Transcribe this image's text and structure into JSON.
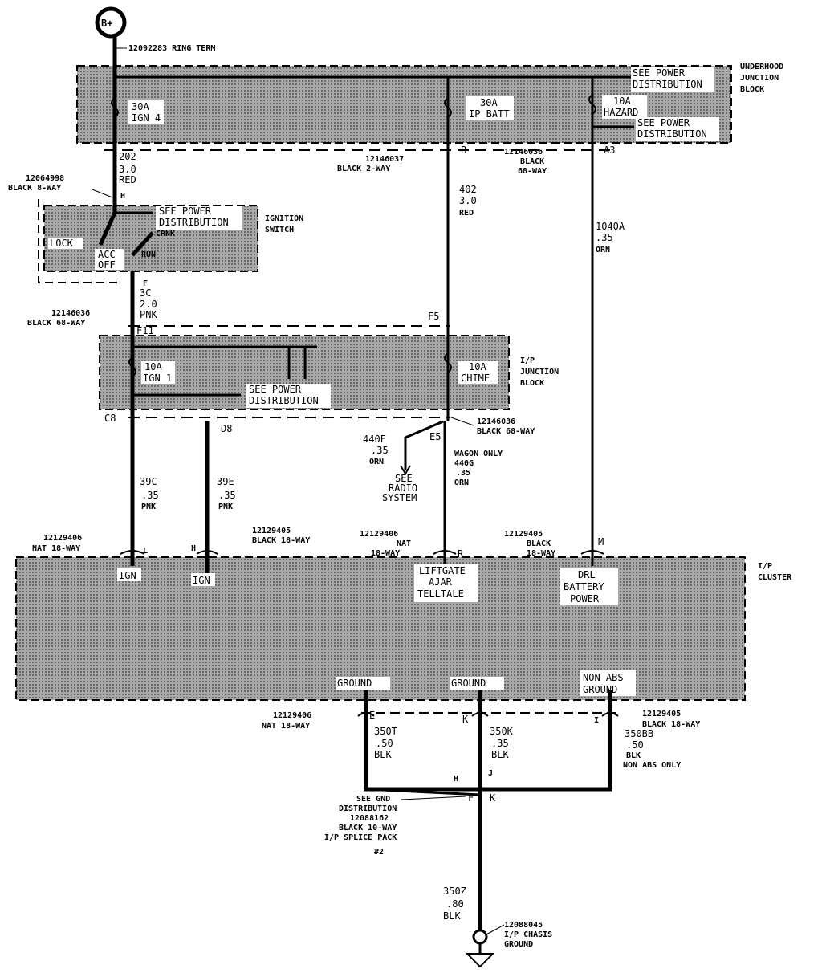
{
  "top": {
    "bplus": "B+",
    "ring_term": "12092283 RING TERM"
  },
  "underhood": {
    "title": [
      "UNDERHOOD",
      "JUNCTION",
      "BLOCK"
    ],
    "fuse_ign4": [
      "30A",
      "IGN 4"
    ],
    "fuse_ipbatt": [
      "30A",
      "IP BATT"
    ],
    "fuse_hazard": [
      "10A",
      "HAZARD"
    ],
    "see_power_1": [
      "SEE POWER",
      "DISTRIBUTION"
    ],
    "see_power_2": [
      "SEE POWER",
      "DISTRIBUTION"
    ]
  },
  "conn_underhood": {
    "left_pin": "202",
    "mid_part": [
      "12146037",
      "BLACK 2-WAY"
    ],
    "mid_pin": "B",
    "right_part": [
      "12146036",
      "BLACK",
      "68-WAY"
    ],
    "right_pin": "A3"
  },
  "wires_upper": {
    "w202": [
      "3.0",
      "RED"
    ],
    "w402": [
      "402",
      "3.0",
      "RED"
    ],
    "w1040": [
      "1040A",
      ".35",
      "ORN"
    ]
  },
  "ignition": {
    "conn": [
      "12064998",
      "BLACK 8-WAY"
    ],
    "pin_top": "H",
    "title": [
      "IGNITION",
      "SWITCH"
    ],
    "see_power": [
      "SEE POWER",
      "DISTRIBUTION"
    ],
    "crnk": "CRNK",
    "lock": "LOCK",
    "acc": "ACC",
    "off": "OFF",
    "run": "RUN",
    "pin_bottom": "F"
  },
  "wire_3c": [
    "3C",
    "2.0",
    "PNK"
  ],
  "ip_junction": {
    "conn": [
      "12146036",
      "BLACK 68-WAY"
    ],
    "pin_in": "F11",
    "pin_f5": "F5",
    "title": [
      "I/P",
      "JUNCTION",
      "BLOCK"
    ],
    "fuse_ign1": [
      "10A",
      "IGN 1"
    ],
    "fuse_chime": [
      "10A",
      "CHIME"
    ],
    "see_power": [
      "SEE POWER",
      "DISTRIBUTION"
    ],
    "pin_c8": "C8",
    "pin_d8": "D8",
    "pin_e5": "E5",
    "conn_bottom": [
      "12146036",
      "BLACK 68-WAY"
    ]
  },
  "radio": {
    "wire": [
      "440F",
      ".35",
      "ORN"
    ],
    "see": [
      "SEE",
      "RADIO",
      "SYSTEM"
    ]
  },
  "wires_lower": {
    "w39c": [
      "39C",
      ".35",
      "PNK"
    ],
    "w39e": [
      "39E",
      ".35",
      "PNK"
    ],
    "w440g": [
      "WAGON ONLY",
      "440G",
      ".35",
      "ORN"
    ]
  },
  "cluster_conns": {
    "c1": [
      "12129406",
      "NAT 18-WAY"
    ],
    "c1_pin": "L",
    "c2": [
      "12129405",
      "BLACK 18-WAY"
    ],
    "c2_pin": "H",
    "c3": [
      "12129406",
      "NAT",
      "18-WAY"
    ],
    "c3_pin": "R",
    "c4": [
      "12129405",
      "BLACK",
      "18-WAY"
    ],
    "c4_pin": "M"
  },
  "cluster": {
    "title": [
      "I/P",
      "CLUSTER"
    ],
    "ign1": "IGN",
    "ign2": "IGN",
    "liftgate": [
      "LIFTGATE",
      "AJAR",
      "TELLTALE"
    ],
    "drl": [
      "DRL",
      "BATTERY",
      "POWER"
    ],
    "ground1": "GROUND",
    "ground2": "GROUND",
    "ground3": [
      "NON ABS",
      "GROUND"
    ]
  },
  "ground_conns": {
    "left": [
      "12129406",
      "NAT 18-WAY"
    ],
    "left_pin": "E",
    "mid_pin": "K",
    "right": [
      "12129405",
      "BLACK 18-WAY"
    ],
    "right_pin": "I"
  },
  "ground_wires": {
    "w350t": [
      "350T",
      ".50",
      "BLK"
    ],
    "w350k": [
      "350K",
      ".35",
      "BLK"
    ],
    "w350bb": [
      "350BB",
      ".50",
      "BLK",
      "NON ABS ONLY"
    ]
  },
  "splice": {
    "pin_h": "H",
    "pin_j": "J",
    "pin_f": "F",
    "pin_k": "K",
    "label": [
      "SEE GND",
      "DISTRIBUTION",
      "12088162",
      "BLACK 10-WAY",
      "I/P SPLICE PACK",
      "#2"
    ]
  },
  "chassis": {
    "wire": [
      "350Z",
      ".80",
      "BLK"
    ],
    "label": [
      "12088045",
      "I/P CHASIS",
      "GROUND"
    ]
  }
}
